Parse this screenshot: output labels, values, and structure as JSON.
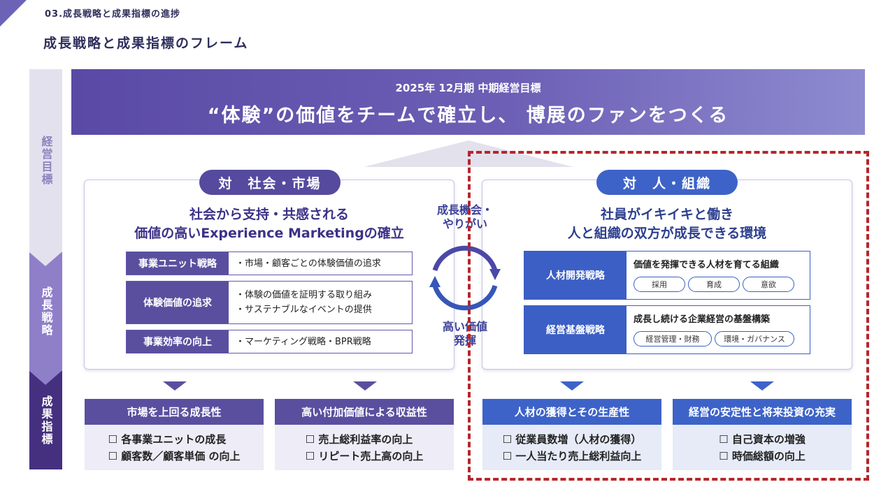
{
  "header": {
    "section": "03.成長戦略と成果指標の進捗",
    "title": "成長戦略と成果指標のフレーム"
  },
  "sidebar": {
    "labels": [
      "経営目標",
      "成長戦略",
      "成果指標"
    ]
  },
  "banner": {
    "subtitle": "2025年 12月期 中期経営目標",
    "main": "“体験”の価値をチームで確立し、 博展のファンをつくる"
  },
  "left_panel": {
    "pill": "対　社会・市場",
    "heading_line1": "社会から支持・共感される",
    "heading_line2": "価値の高いExperience Marketingの確立",
    "rows": [
      {
        "label": "事業ユニット戦略",
        "items": [
          "・市場・顧客ごとの体験価値の追求"
        ]
      },
      {
        "label": "体験価値の追求",
        "items": [
          "・体験の価値を証明する取り組み",
          "・サステナブルなイベントの提供"
        ]
      },
      {
        "label": "事業効率の向上",
        "items": [
          "・マーケティング戦略・BPR戦略"
        ]
      }
    ]
  },
  "cycle": {
    "top_line1": "成長機会・",
    "top_line2": "やりがい",
    "bottom_line1": "高い価値",
    "bottom_line2": "発揮"
  },
  "right_panel": {
    "pill": "対　人・組織",
    "heading_line1": "社員がイキイキと働き",
    "heading_line2": "人と組織の双方が成長できる環境",
    "rows": [
      {
        "label": "人材開発戦略",
        "title": "価値を発揮できる人材を育てる組織",
        "tags": [
          "採用",
          "育成",
          "意欲"
        ]
      },
      {
        "label": "経営基盤戦略",
        "title": "成長し続ける企業経営の基盤構築",
        "tags": [
          "経営管理・財務",
          "環境・ガバナンス"
        ]
      }
    ]
  },
  "kpis": [
    {
      "title": "市場を上回る成長性",
      "items": [
        "☐ 各事業ユニットの成長",
        "☐ 顧客数／顧客単価 の向上"
      ]
    },
    {
      "title": "高い付加価値による収益性",
      "items": [
        "☐ 売上総利益率の向上",
        "☐ リピート売上高の向上"
      ]
    },
    {
      "title": "人材の獲得とその生産性",
      "items": [
        "☐ 従業員数増（人材の獲得）",
        "☐ 一人当たり売上総利益向上"
      ]
    },
    {
      "title": "経営の安定性と将来投資の充実",
      "items": [
        "☐ 自己資本の増強",
        "☐ 時価総額の向上"
      ]
    }
  ],
  "colors": {
    "purple": "#5a4f9f",
    "blue": "#3d63c8",
    "highlight": "#b5262c"
  }
}
